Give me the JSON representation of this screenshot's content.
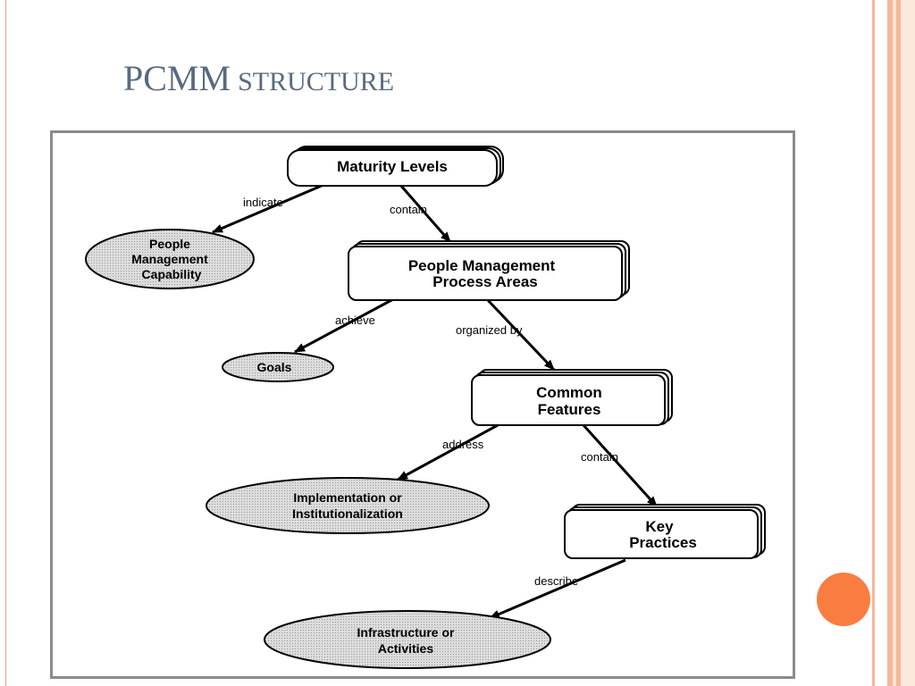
{
  "slide": {
    "title_main": "PCMM",
    "title_rest": "STRUCTURE",
    "accent_color": "#f97d41",
    "title_color": "#5a6a7e"
  },
  "diagram": {
    "nodes": {
      "maturity_levels": [
        "Maturity Levels"
      ],
      "pm_process_areas": [
        "People Management",
        "Process Areas"
      ],
      "common_features": [
        "Common",
        "Features"
      ],
      "key_practices": [
        "Key",
        "Practices"
      ],
      "pm_capability": [
        "People",
        "Management",
        "Capability"
      ],
      "goals": [
        "Goals"
      ],
      "impl_inst": [
        "Implementation or",
        "Institutionalization"
      ],
      "infra_activities": [
        "Infrastructure or",
        "Activities"
      ]
    },
    "edges": {
      "indicate": "indicate",
      "contain_1": "contain",
      "achieve": "achieve",
      "organized_by": "organized by",
      "address": "address",
      "contain_2": "contain",
      "describe": "describe"
    }
  }
}
